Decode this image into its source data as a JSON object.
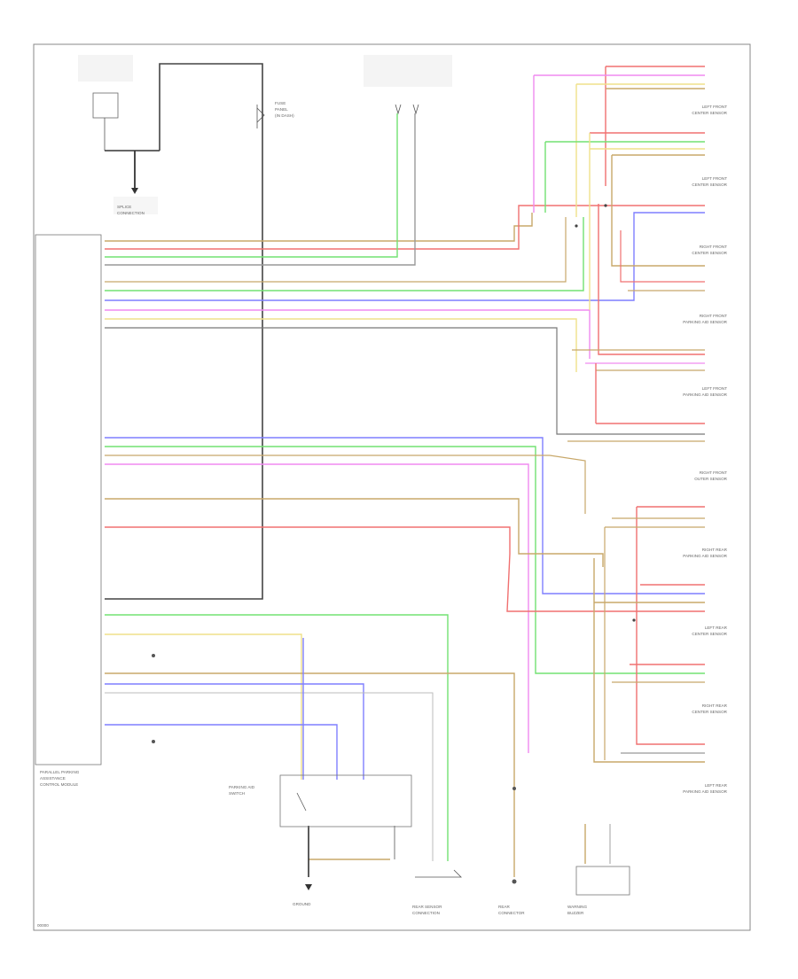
{
  "colors": {
    "frame": "#555555",
    "wire_black": "#333333",
    "wire_brown": "#c8a86a",
    "wire_red": "#f07070",
    "wire_green": "#72e272",
    "wire_gray": "#999999",
    "wire_blue": "#7f7fff",
    "wire_pink": "#f08af0",
    "wire_yellow": "#efe08a",
    "wire_violet": "#c89bd8"
  },
  "diagram": {
    "module_label": [
      "PARALLEL PARKING",
      "ASSISTANCE",
      "CONTROL MODULE"
    ],
    "fuse_label": [
      "FUSE",
      "PANEL",
      "(IN DASH)"
    ],
    "splice_label": [
      "SPLICE",
      "CONNECTION"
    ],
    "footer_code": "00000",
    "sensors": [
      [
        "LEFT FRONT",
        "CENTER SENSOR"
      ],
      [
        "LEFT FRONT",
        "CENTER SENSOR"
      ],
      [
        "RIGHT FRONT",
        "CENTER SENSOR"
      ],
      [
        "RIGHT FRONT",
        "PARKING AID SENSOR"
      ],
      [
        "LEFT FRONT",
        "PARKING AID SENSOR"
      ],
      [
        "RIGHT FRONT",
        "OUTER SENSOR"
      ],
      [
        "RIGHT REAR",
        "PARKING AID SENSOR"
      ],
      [
        "LEFT REAR",
        "CENTER SENSOR"
      ],
      [
        "RIGHT REAR",
        "CENTER SENSOR"
      ],
      [
        "LEFT REAR",
        "PARKING AID SENSOR"
      ]
    ],
    "bottom_components": [
      [
        "PARKING AID",
        "SWITCH"
      ],
      [
        "GROUND"
      ],
      [
        "REAR SENSOR",
        "CONNECTION"
      ],
      [
        "REAR",
        "CONNECTOR"
      ],
      [
        "WARNING",
        "BUZZER"
      ]
    ]
  }
}
